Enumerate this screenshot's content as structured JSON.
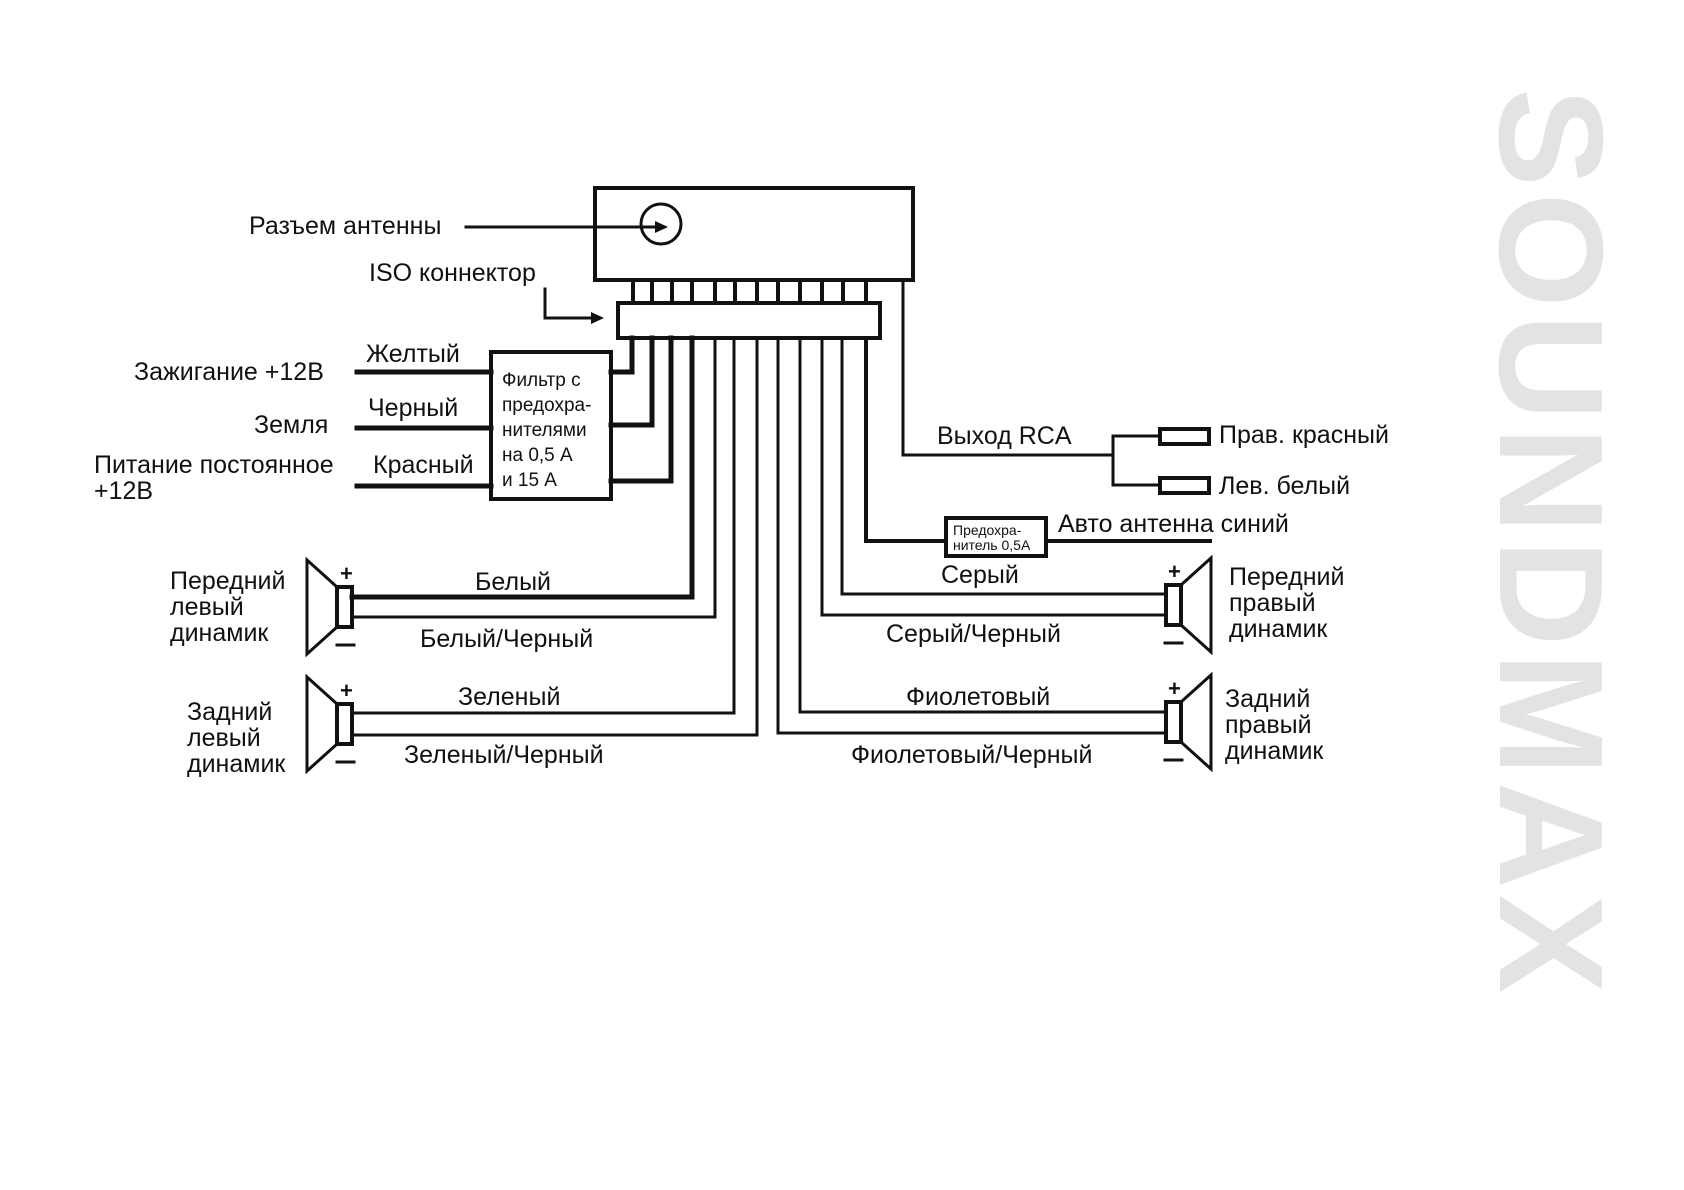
{
  "brand": {
    "watermark": "SOUNDMAX",
    "watermark_color": "#e3e3e3"
  },
  "head_unit": {
    "antenna_socket_label": "Разъем антенны",
    "iso_connector_label": "ISO коннектор",
    "rca_output_label": "Выход RCA",
    "rca_right_label": "Прав. красный",
    "rca_left_label": "Лев. белый",
    "auto_antenna_label": "Авто антенна синий",
    "fuse_small": {
      "line1": "Предохра-",
      "line2": "нитель 0,5А"
    }
  },
  "power": {
    "filter_box": [
      "Фильтр с",
      "предохра-",
      "нителями",
      "на 0,5 А",
      "и 15 А"
    ],
    "inputs": [
      {
        "function": "Зажигание +12В",
        "wire_color": "Желтый"
      },
      {
        "function": "Земля",
        "wire_color": "Черный"
      },
      {
        "function_line1": "Питание постоянное",
        "function_line2": "+12В",
        "wire_color": "Красный"
      }
    ]
  },
  "speakers": {
    "plus": "+",
    "minus": "–",
    "front_left": {
      "name": [
        "Передний",
        "левый",
        "динамик"
      ],
      "wire_plus": "Белый",
      "wire_minus": "Белый/Черный"
    },
    "rear_left": {
      "name": [
        "Задний",
        "левый",
        "динамик"
      ],
      "wire_plus": "Зеленый",
      "wire_minus": "Зеленый/Черный"
    },
    "front_right": {
      "name": [
        "Передний",
        "правый",
        "динамик"
      ],
      "wire_plus": "Серый",
      "wire_minus": "Серый/Черный"
    },
    "rear_right": {
      "name": [
        "Задний",
        "правый",
        "динамик"
      ],
      "wire_plus": "Фиолетовый",
      "wire_minus": "Фиолетовый/Черный"
    }
  }
}
